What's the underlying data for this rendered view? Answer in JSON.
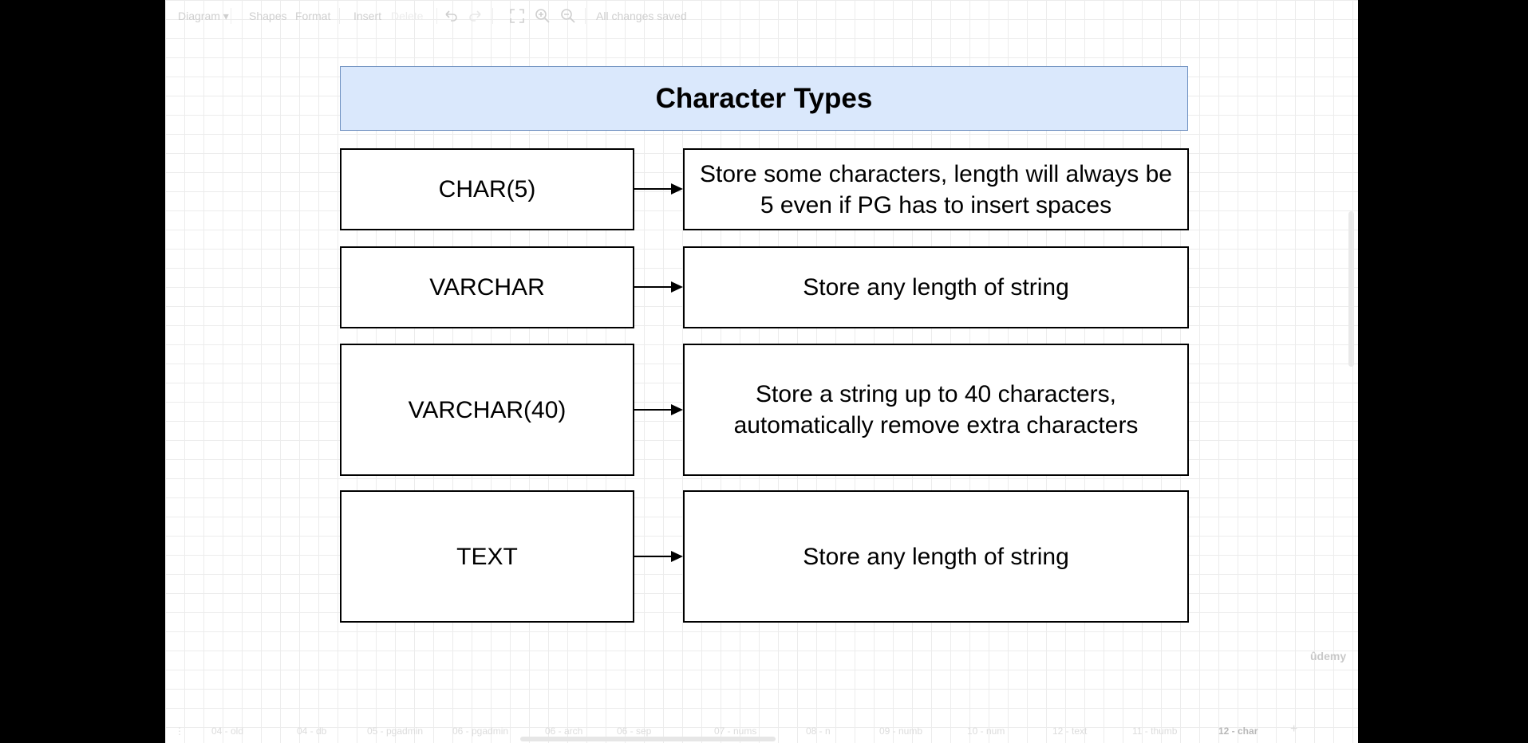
{
  "toolbar": {
    "diagram_menu": "Diagram",
    "shapes_label": "Shapes",
    "format_label": "Format",
    "insert_label": "Insert",
    "delete_label": "Delete",
    "status": "All changes saved"
  },
  "diagram": {
    "title": "Character Types",
    "rows": [
      {
        "type": "CHAR(5)",
        "description": "Store some characters, length will always be 5 even if PG has to insert spaces"
      },
      {
        "type": "VARCHAR",
        "description": "Store any length of string"
      },
      {
        "type": "VARCHAR(40)",
        "description": "Store a string up to 40 characters, automatically remove extra characters"
      },
      {
        "type": "TEXT",
        "description": "Store any length of string"
      }
    ]
  },
  "watermark": "ûdemy",
  "pages": {
    "tabs": [
      "04 - old",
      "04 - db",
      "05 - pgadmin",
      "06 - pgadmin",
      "06 - arch",
      "06 - sep",
      "07 - nums",
      "08 - n",
      "09 - numb",
      "10 - num",
      "12 - text",
      "11 - thumb",
      "12 - char"
    ],
    "active": "12 - char",
    "add": "+",
    "menu": "⋮"
  },
  "colors": {
    "title_fill": "#dae8fc",
    "title_stroke": "#6c8ebf",
    "box_stroke": "#000000"
  }
}
